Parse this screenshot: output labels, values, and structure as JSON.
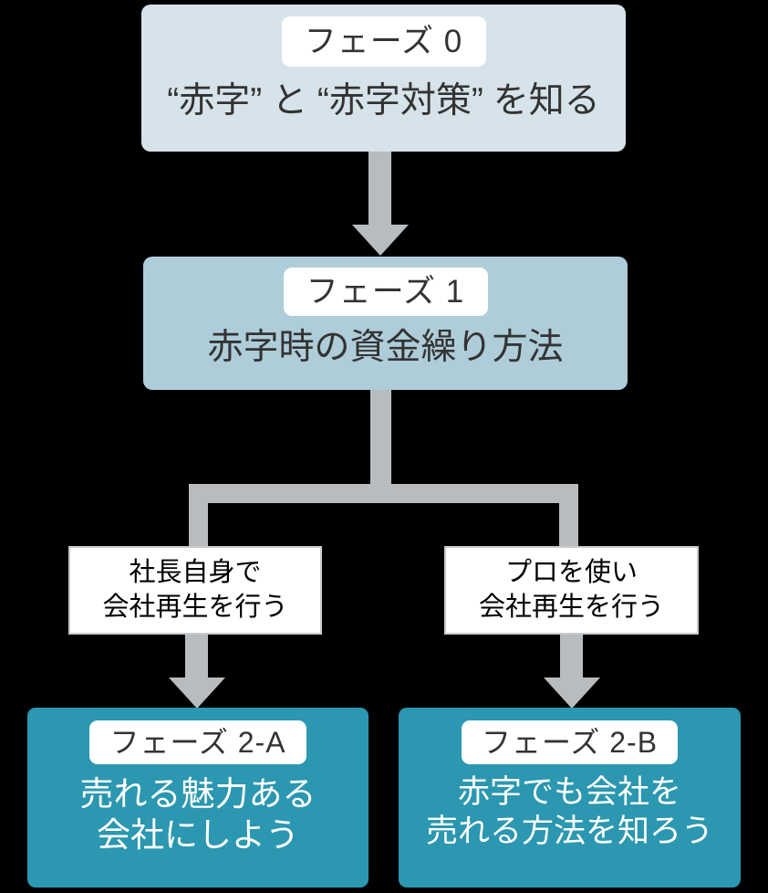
{
  "diagram": {
    "title": "赤字対策フェーズ フローチャート",
    "colors": {
      "background": "#000000",
      "phase0_fill": "#d7e3ea",
      "phase1_fill": "#aecdd9",
      "phase2_fill": "#2b97b0",
      "connector": "#b9bcbe",
      "badge_fill": "#ffffff",
      "choice_fill": "#ffffff",
      "choice_border": "#c9c9c9",
      "dark_text": "#333333",
      "light_text": "#ffffff"
    },
    "nodes": {
      "phase0": {
        "badge": "フェーズ 0",
        "description": "“赤字” と “赤字対策” を知る"
      },
      "phase1": {
        "badge": "フェーズ 1",
        "description": "赤字時の資金繰り方法"
      },
      "choice_left": {
        "text": "社長自身で\n会社再生を行う"
      },
      "choice_right": {
        "text": "プロを使い\n会社再生を行う"
      },
      "phase2a": {
        "badge": "フェーズ 2-A",
        "description": "売れる魅力ある\n会社にしよう"
      },
      "phase2b": {
        "badge": "フェーズ 2-B",
        "description": "赤字でも会社を\n売れる方法を知ろう"
      }
    },
    "connectors": [
      {
        "name": "phase0-to-phase1",
        "type": "arrow-down"
      },
      {
        "name": "phase1-to-branch",
        "type": "line-down"
      },
      {
        "name": "branch-split",
        "type": "horizontal-bar"
      },
      {
        "name": "branch-to-choice-left",
        "type": "line-down"
      },
      {
        "name": "branch-to-choice-right",
        "type": "line-down"
      },
      {
        "name": "choice-left-to-phase2a",
        "type": "arrow-down"
      },
      {
        "name": "choice-right-to-phase2b",
        "type": "arrow-down"
      }
    ]
  }
}
